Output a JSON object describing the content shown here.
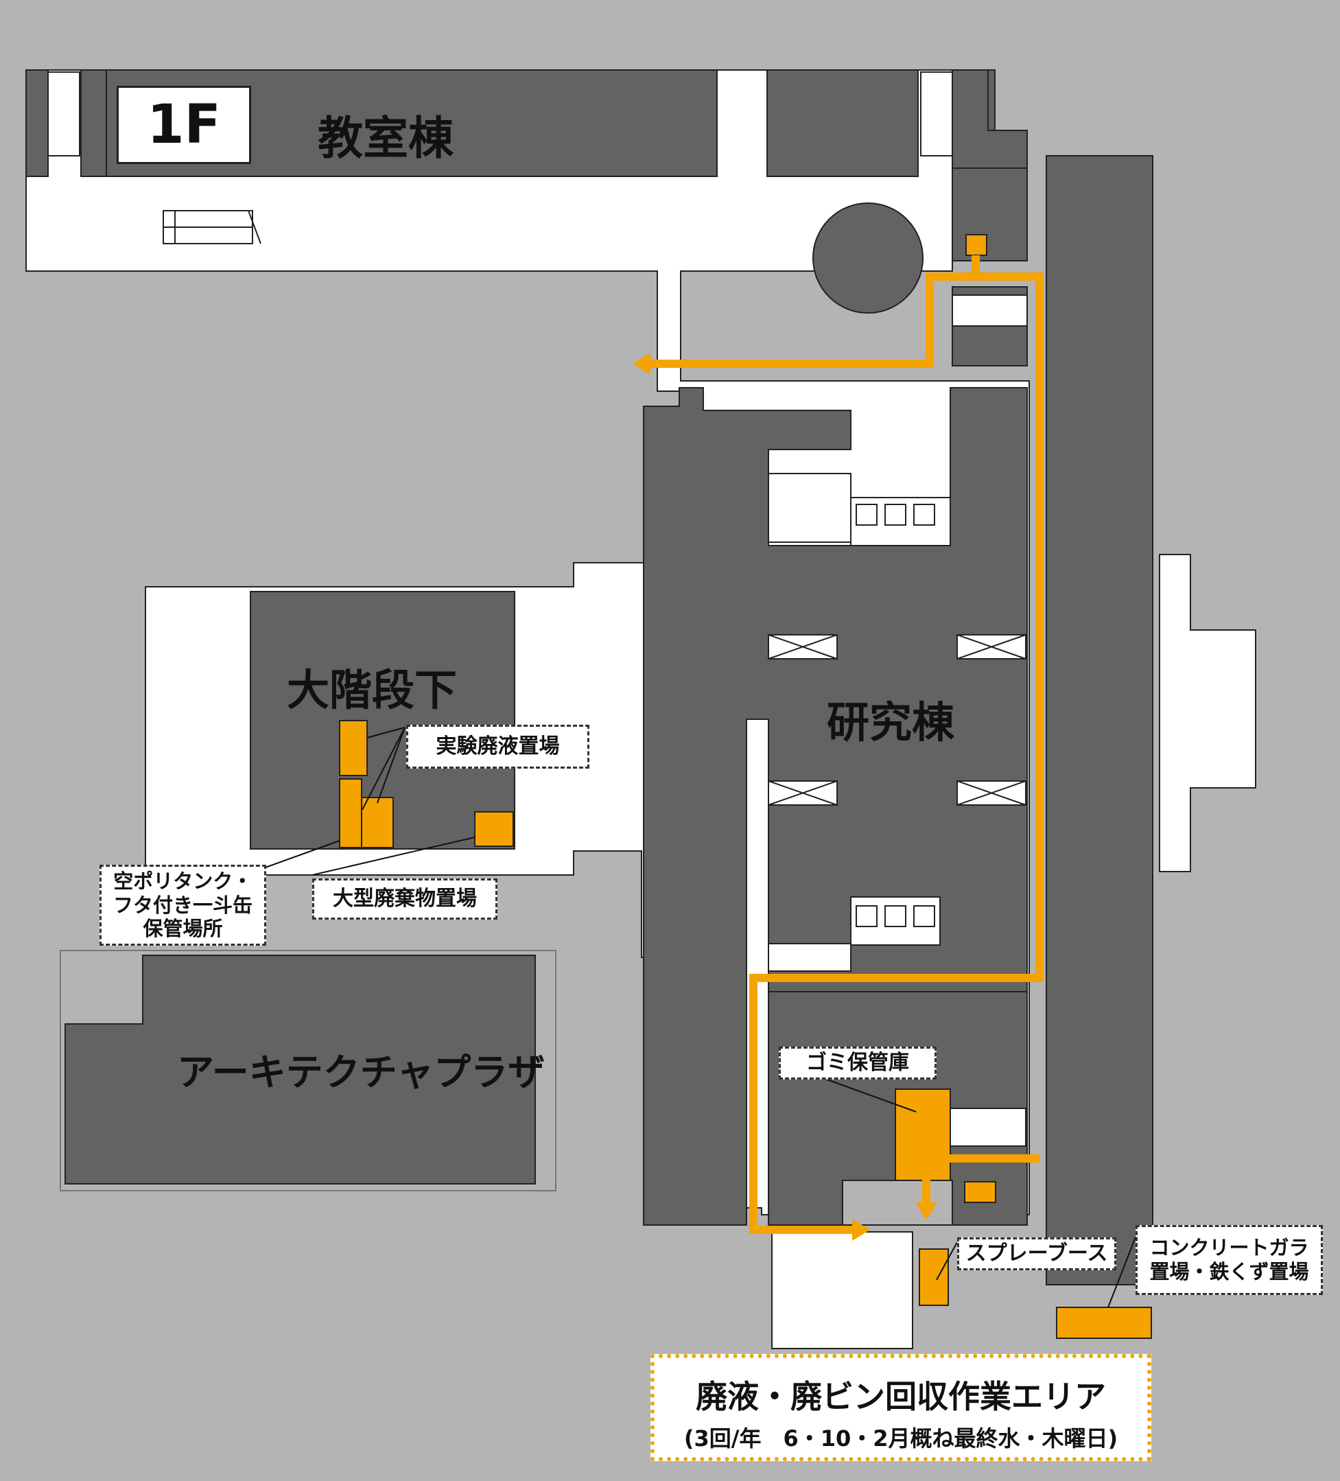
{
  "floor_label": "1F",
  "buildings": {
    "classroom": "教室棟",
    "research": "研究棟",
    "stairs_under": "大階段下",
    "plaza": "アーキテクチャプラザ"
  },
  "callouts": {
    "waste_liquid": "実験廃液置場",
    "empty_tank": [
      "空ポリタンク・",
      "フタ付き一斗缶",
      "保管場所"
    ],
    "large_waste": "大型廃棄物置場",
    "garbage": "ゴミ保管庫",
    "spray": "スプレーブース",
    "concrete": [
      "コンクリートガラ",
      "置場・鉄くず置場"
    ]
  },
  "work_area": {
    "title": "廃液・廃ビン回収作業エリア",
    "schedule": "(3回/年　6・10・2月概ね最終水・木曜日)"
  },
  "colors": {
    "background": "#b4b4b4",
    "building": "#636363",
    "corridor": "#ffffff",
    "route": "#f5a300"
  }
}
